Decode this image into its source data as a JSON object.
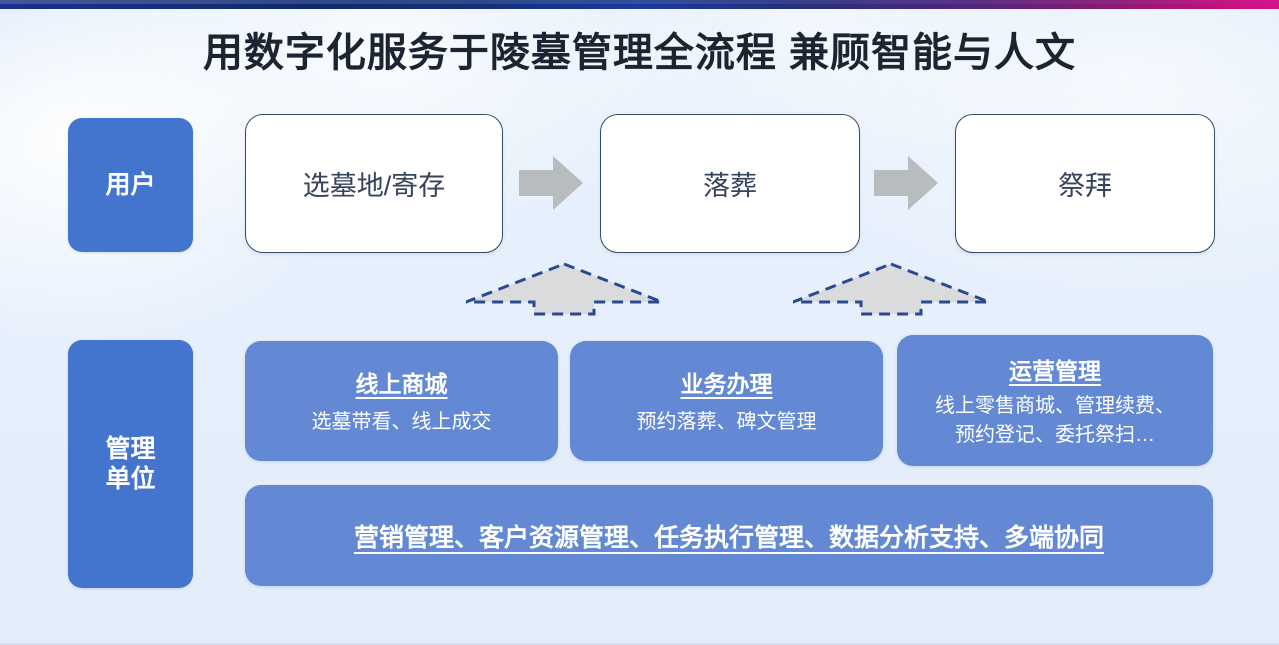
{
  "slide": {
    "title": "用数字化服务于陵墓管理全流程 兼顾智能与人文",
    "accent_top_start": "#1b2f8a",
    "accent_top_end": "#d4128a",
    "lane_color": "#4374ce",
    "card_color": "#6389d4",
    "background_color": "#e4eefb"
  },
  "lanes": [
    {
      "id": "user",
      "label": "用户"
    },
    {
      "id": "admin",
      "label": "管理\n单位"
    }
  ],
  "user_flow": {
    "steps": [
      {
        "label": "选墓地/寄存"
      },
      {
        "label": "落葬"
      },
      {
        "label": "祭拜"
      }
    ],
    "connector_icon": "right-block-arrow-icon"
  },
  "link_arrows": [
    {
      "icon": "dashed-up-arrow-icon"
    },
    {
      "icon": "dashed-up-arrow-icon"
    }
  ],
  "features": [
    {
      "title": "线上商城",
      "desc_lines": [
        "选墓带看、线上成交"
      ]
    },
    {
      "title": "业务办理",
      "desc_lines": [
        "预约落葬、碑文管理"
      ]
    },
    {
      "title": "运营管理",
      "desc_lines": [
        "线上零售商城、管理续费、",
        "预约登记、委托祭扫…"
      ]
    }
  ],
  "support_bar": {
    "text": "营销管理、客户资源管理、任务执行管理、数据分析支持、多端协同"
  }
}
